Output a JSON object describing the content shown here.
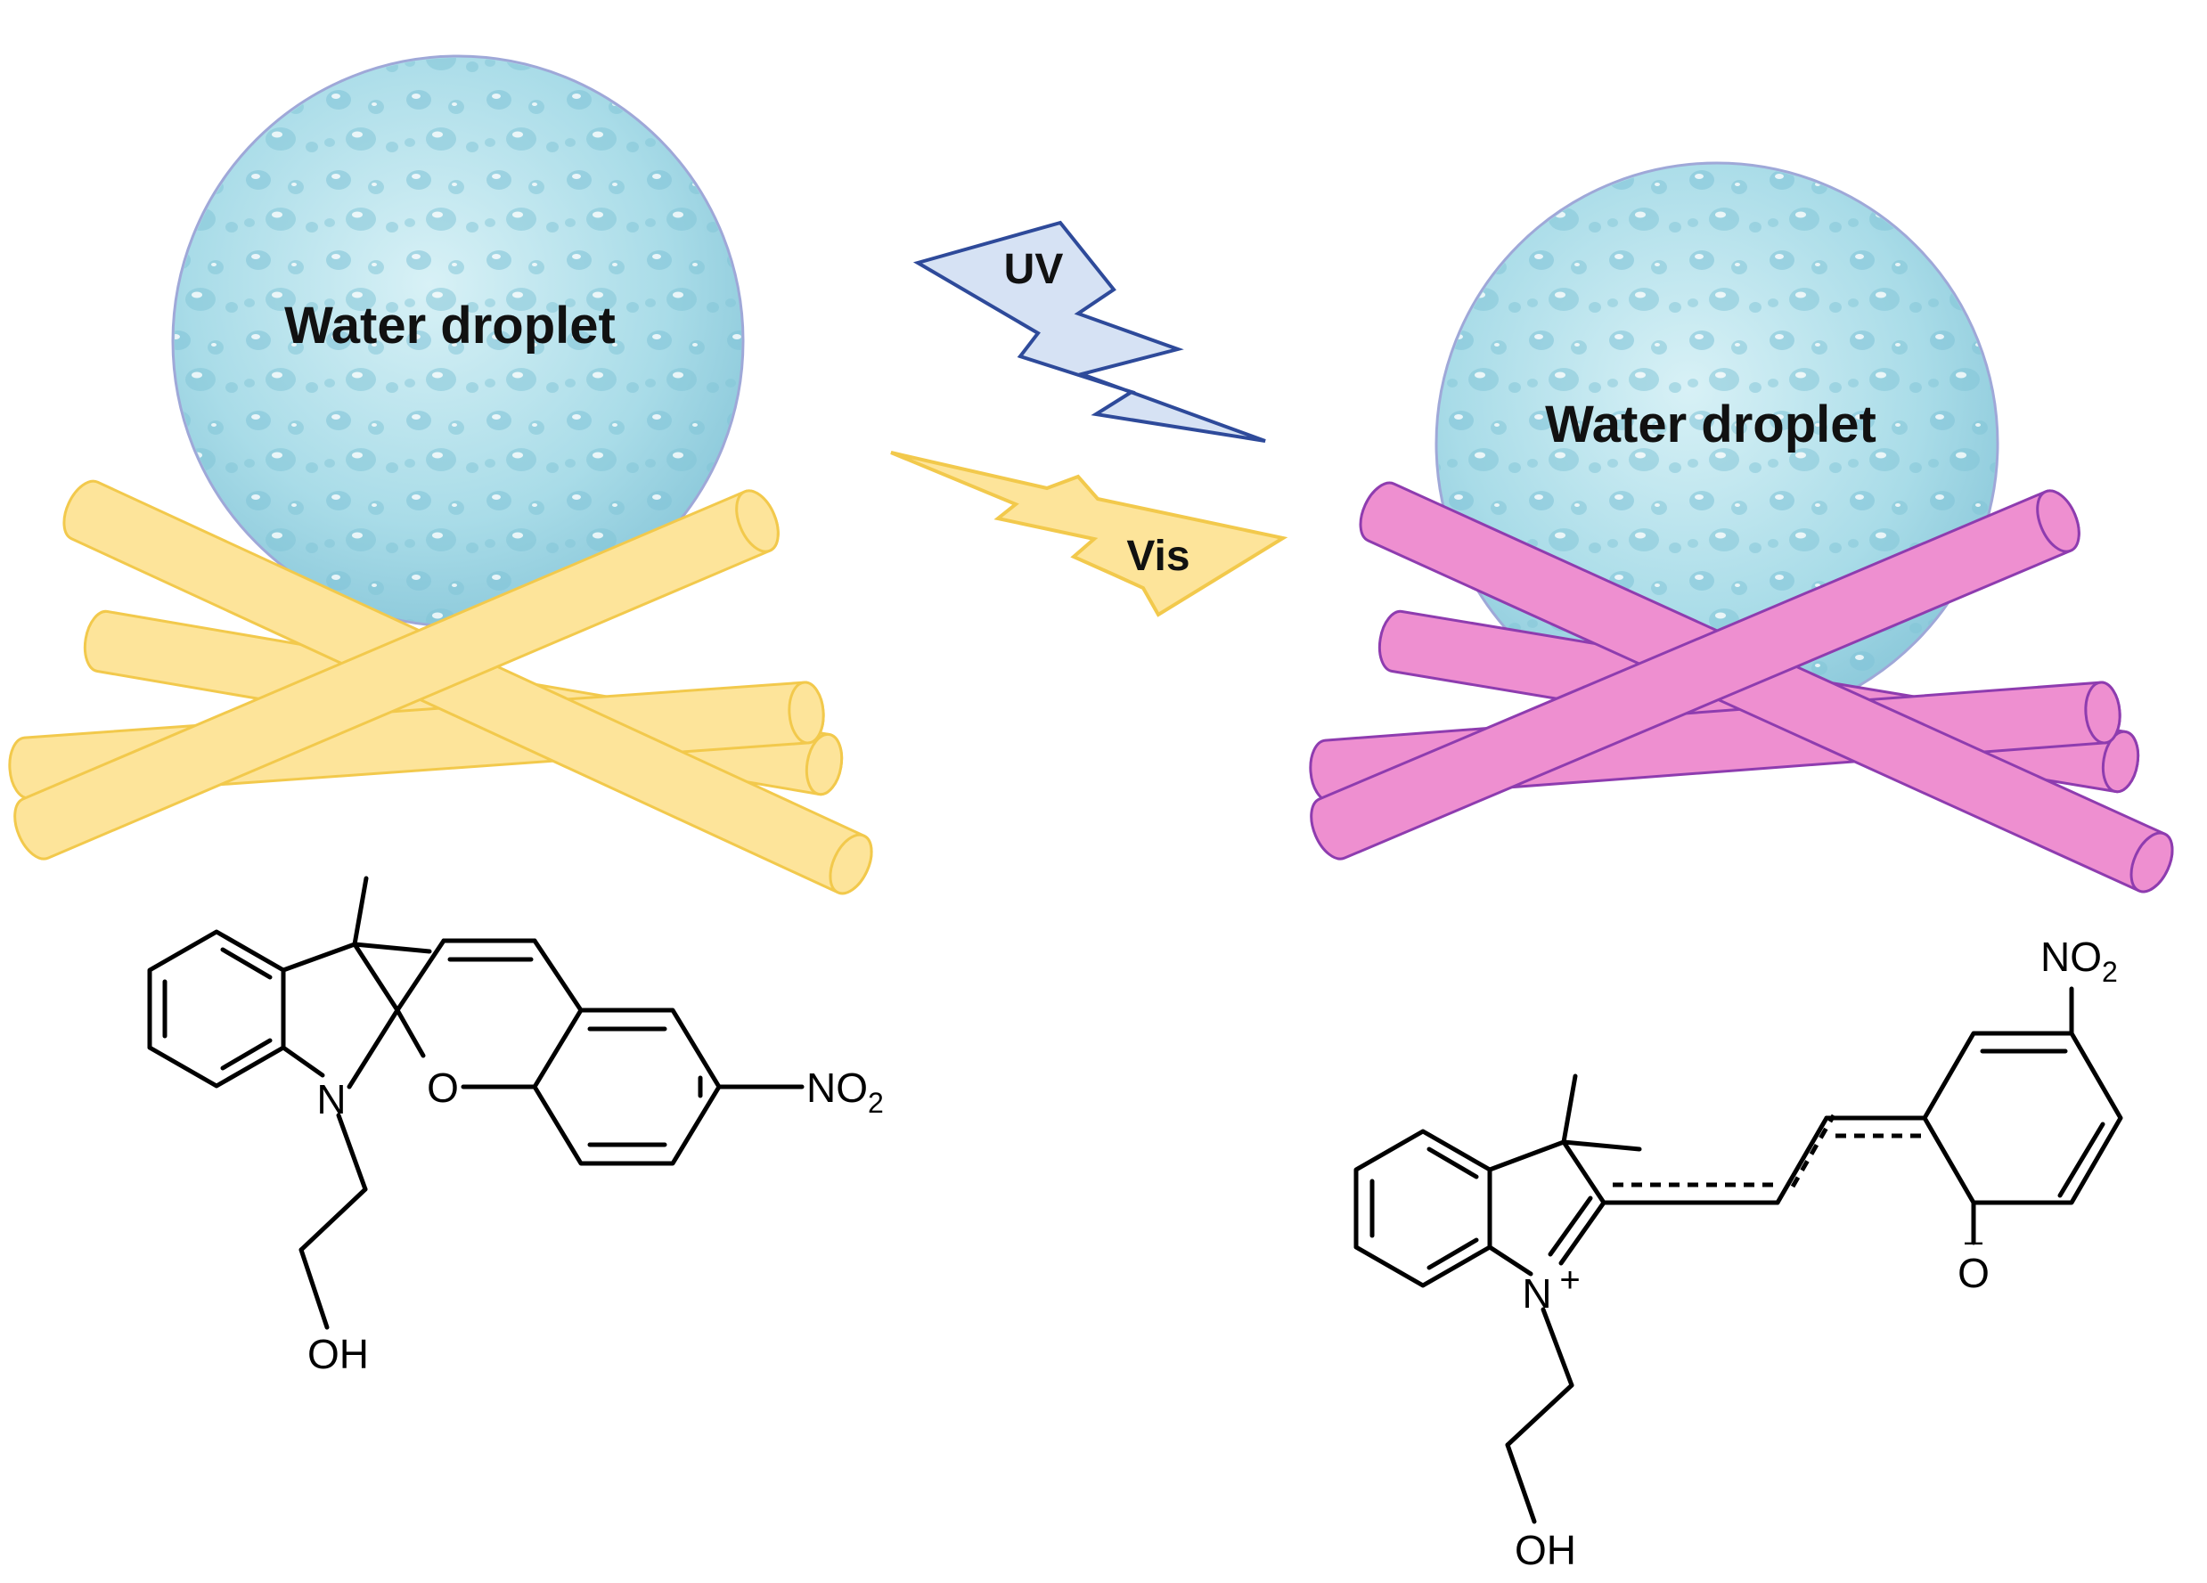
{
  "panels": {
    "left": {
      "droplet_label": "Water droplet",
      "rod_color": "#FDE49A",
      "rod_stroke": "#F2C94C",
      "structure": {
        "n": "N",
        "o": "O",
        "oh": "OH",
        "no2_main": "NO",
        "no2_sub": "2"
      }
    },
    "right": {
      "droplet_label": "Water droplet",
      "rod_color": "#EE8FD0",
      "rod_stroke": "#8E3CAF",
      "structure": {
        "n": "N",
        "charge_plus": "+",
        "o": "O",
        "charge_minus": "–",
        "oh": "OH",
        "no2_main": "NO",
        "no2_sub": "2"
      }
    }
  },
  "arrows": {
    "uv": {
      "label": "UV",
      "fill": "#D6E2F4",
      "stroke": "#2E4A9A"
    },
    "vis": {
      "label": "Vis",
      "fill": "#FDE49A",
      "stroke": "#F2C94C"
    }
  },
  "droplet_color": "#BDE6EF"
}
